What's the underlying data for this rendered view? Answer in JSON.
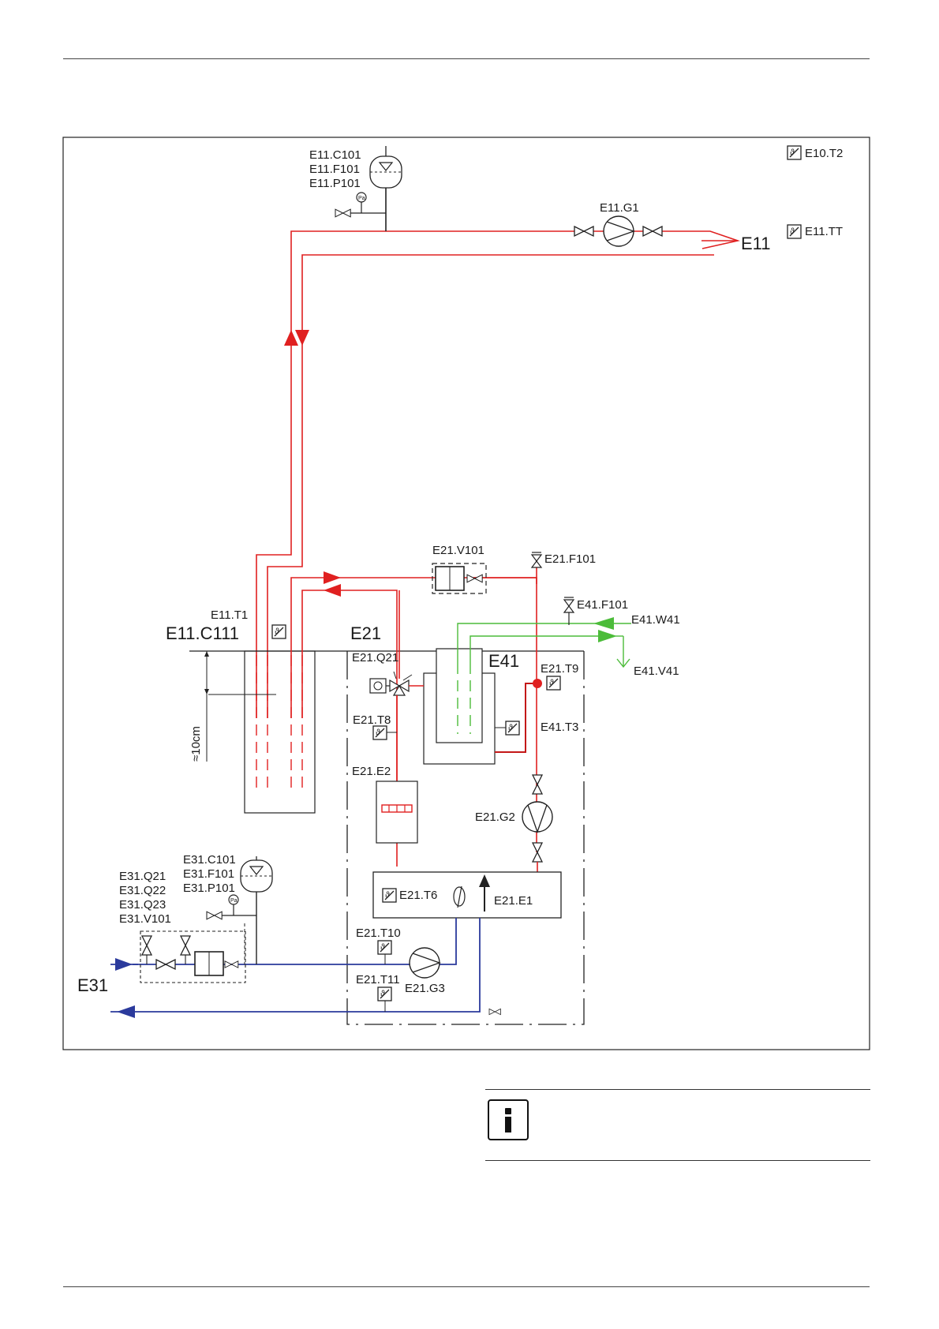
{
  "labels": {
    "e10_t2": "E10.T2",
    "e11_c101": "E11.C101",
    "e11_f101": "E11.F101",
    "e11_p101": "E11.P101",
    "e11_g1": "E11.G1",
    "e11": "E11",
    "e11_tt": "E11.TT",
    "e11_t1": "E11.T1",
    "e11_c111": "E11.C111",
    "e21": "E21",
    "e21_v101": "E21.V101",
    "e21_f101": "E21.F101",
    "e41_f101": "E41.F101",
    "e41_w41": "E41.W41",
    "e41_v41": "E41.V41",
    "e21_q21": "E21.Q21",
    "e41": "E41",
    "e21_t9": "E21.T9",
    "e21_t8": "E21.T8",
    "e41_t3": "E41.T3",
    "e21_e2": "E21.E2",
    "e21_g2": "E21.G2",
    "e21_t6": "E21.T6",
    "e21_e1": "E21.E1",
    "e31_c101": "E31.C101",
    "e31_f101": "E31.F101",
    "e31_p101": "E31.P101",
    "e31_q21": "E31.Q21",
    "e31_q22": "E31.Q22",
    "e31_q23": "E31.Q23",
    "e31_v101": "E31.V101",
    "e31": "E31",
    "e21_t10": "E21.T10",
    "e21_t11": "E21.T11",
    "e21_g3": "E21.G3",
    "dim_10cm": "≈10cm",
    "pa": "Pa"
  },
  "colors": {
    "heating": "#e02020",
    "heating_dark": "#c41818",
    "solar_green": "#4cbc3a",
    "cold_water": "#2b3a9c",
    "line": "#222222"
  },
  "icons": {
    "info": "info-icon",
    "sensor": "temperature-sensor-icon",
    "pump": "circulation-pump-icon",
    "valve": "shutoff-valve-icon",
    "expansion_vessel": "expansion-vessel-icon"
  }
}
